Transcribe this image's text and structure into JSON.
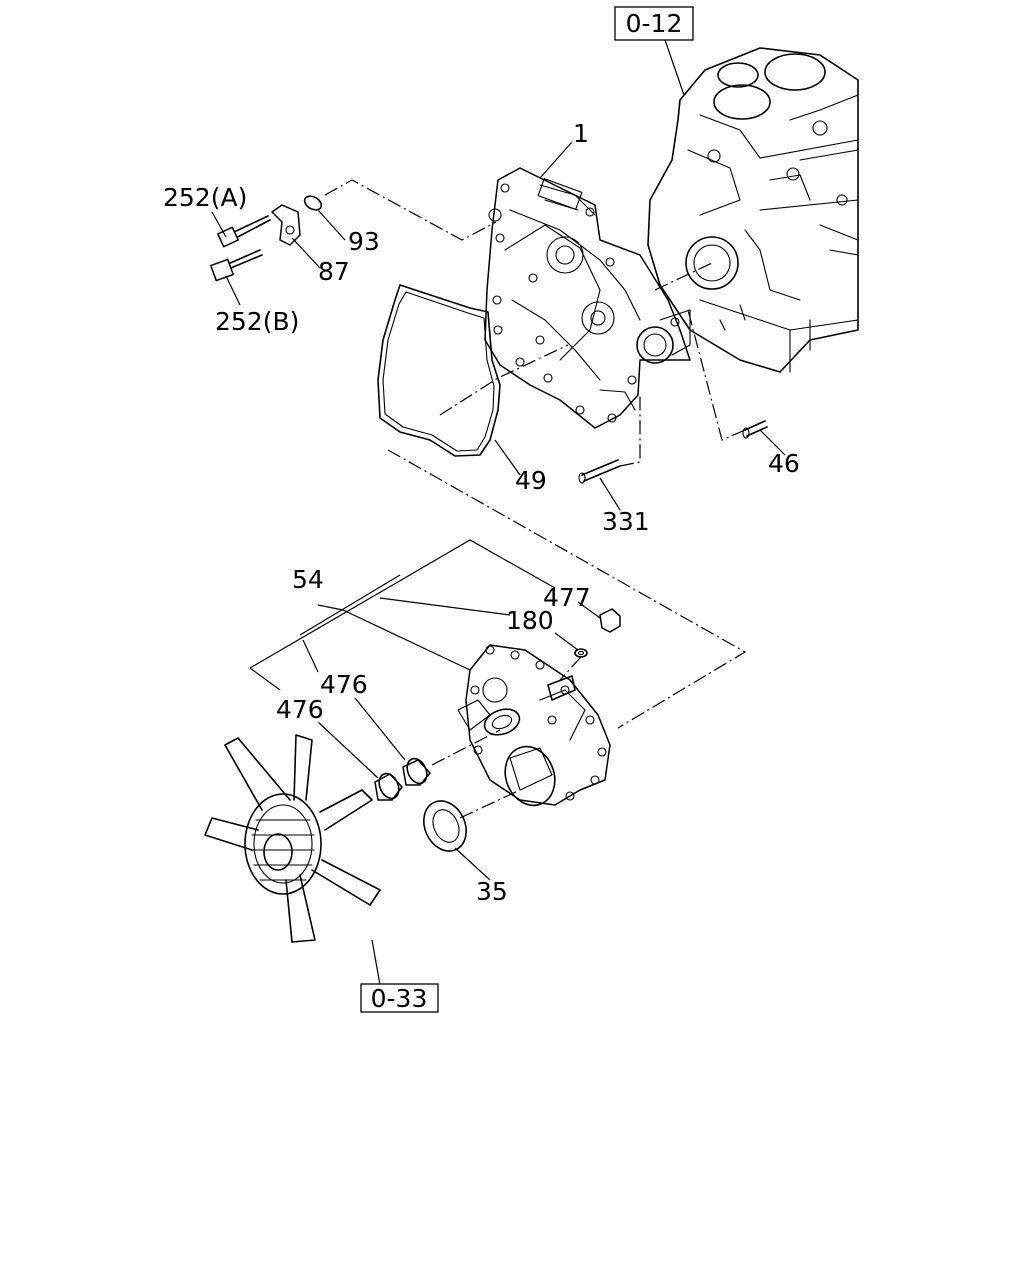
{
  "references": {
    "top": "0-12",
    "bottom": "0-33"
  },
  "callouts": {
    "p1": "1",
    "p252a": "252(A)",
    "p93": "93",
    "p87": "87",
    "p252b": "252(B)",
    "p49": "49",
    "p46": "46",
    "p331": "331",
    "p54": "54",
    "p477": "477",
    "p180": "180",
    "p476a": "476",
    "p476b": "476",
    "p35": "35"
  }
}
